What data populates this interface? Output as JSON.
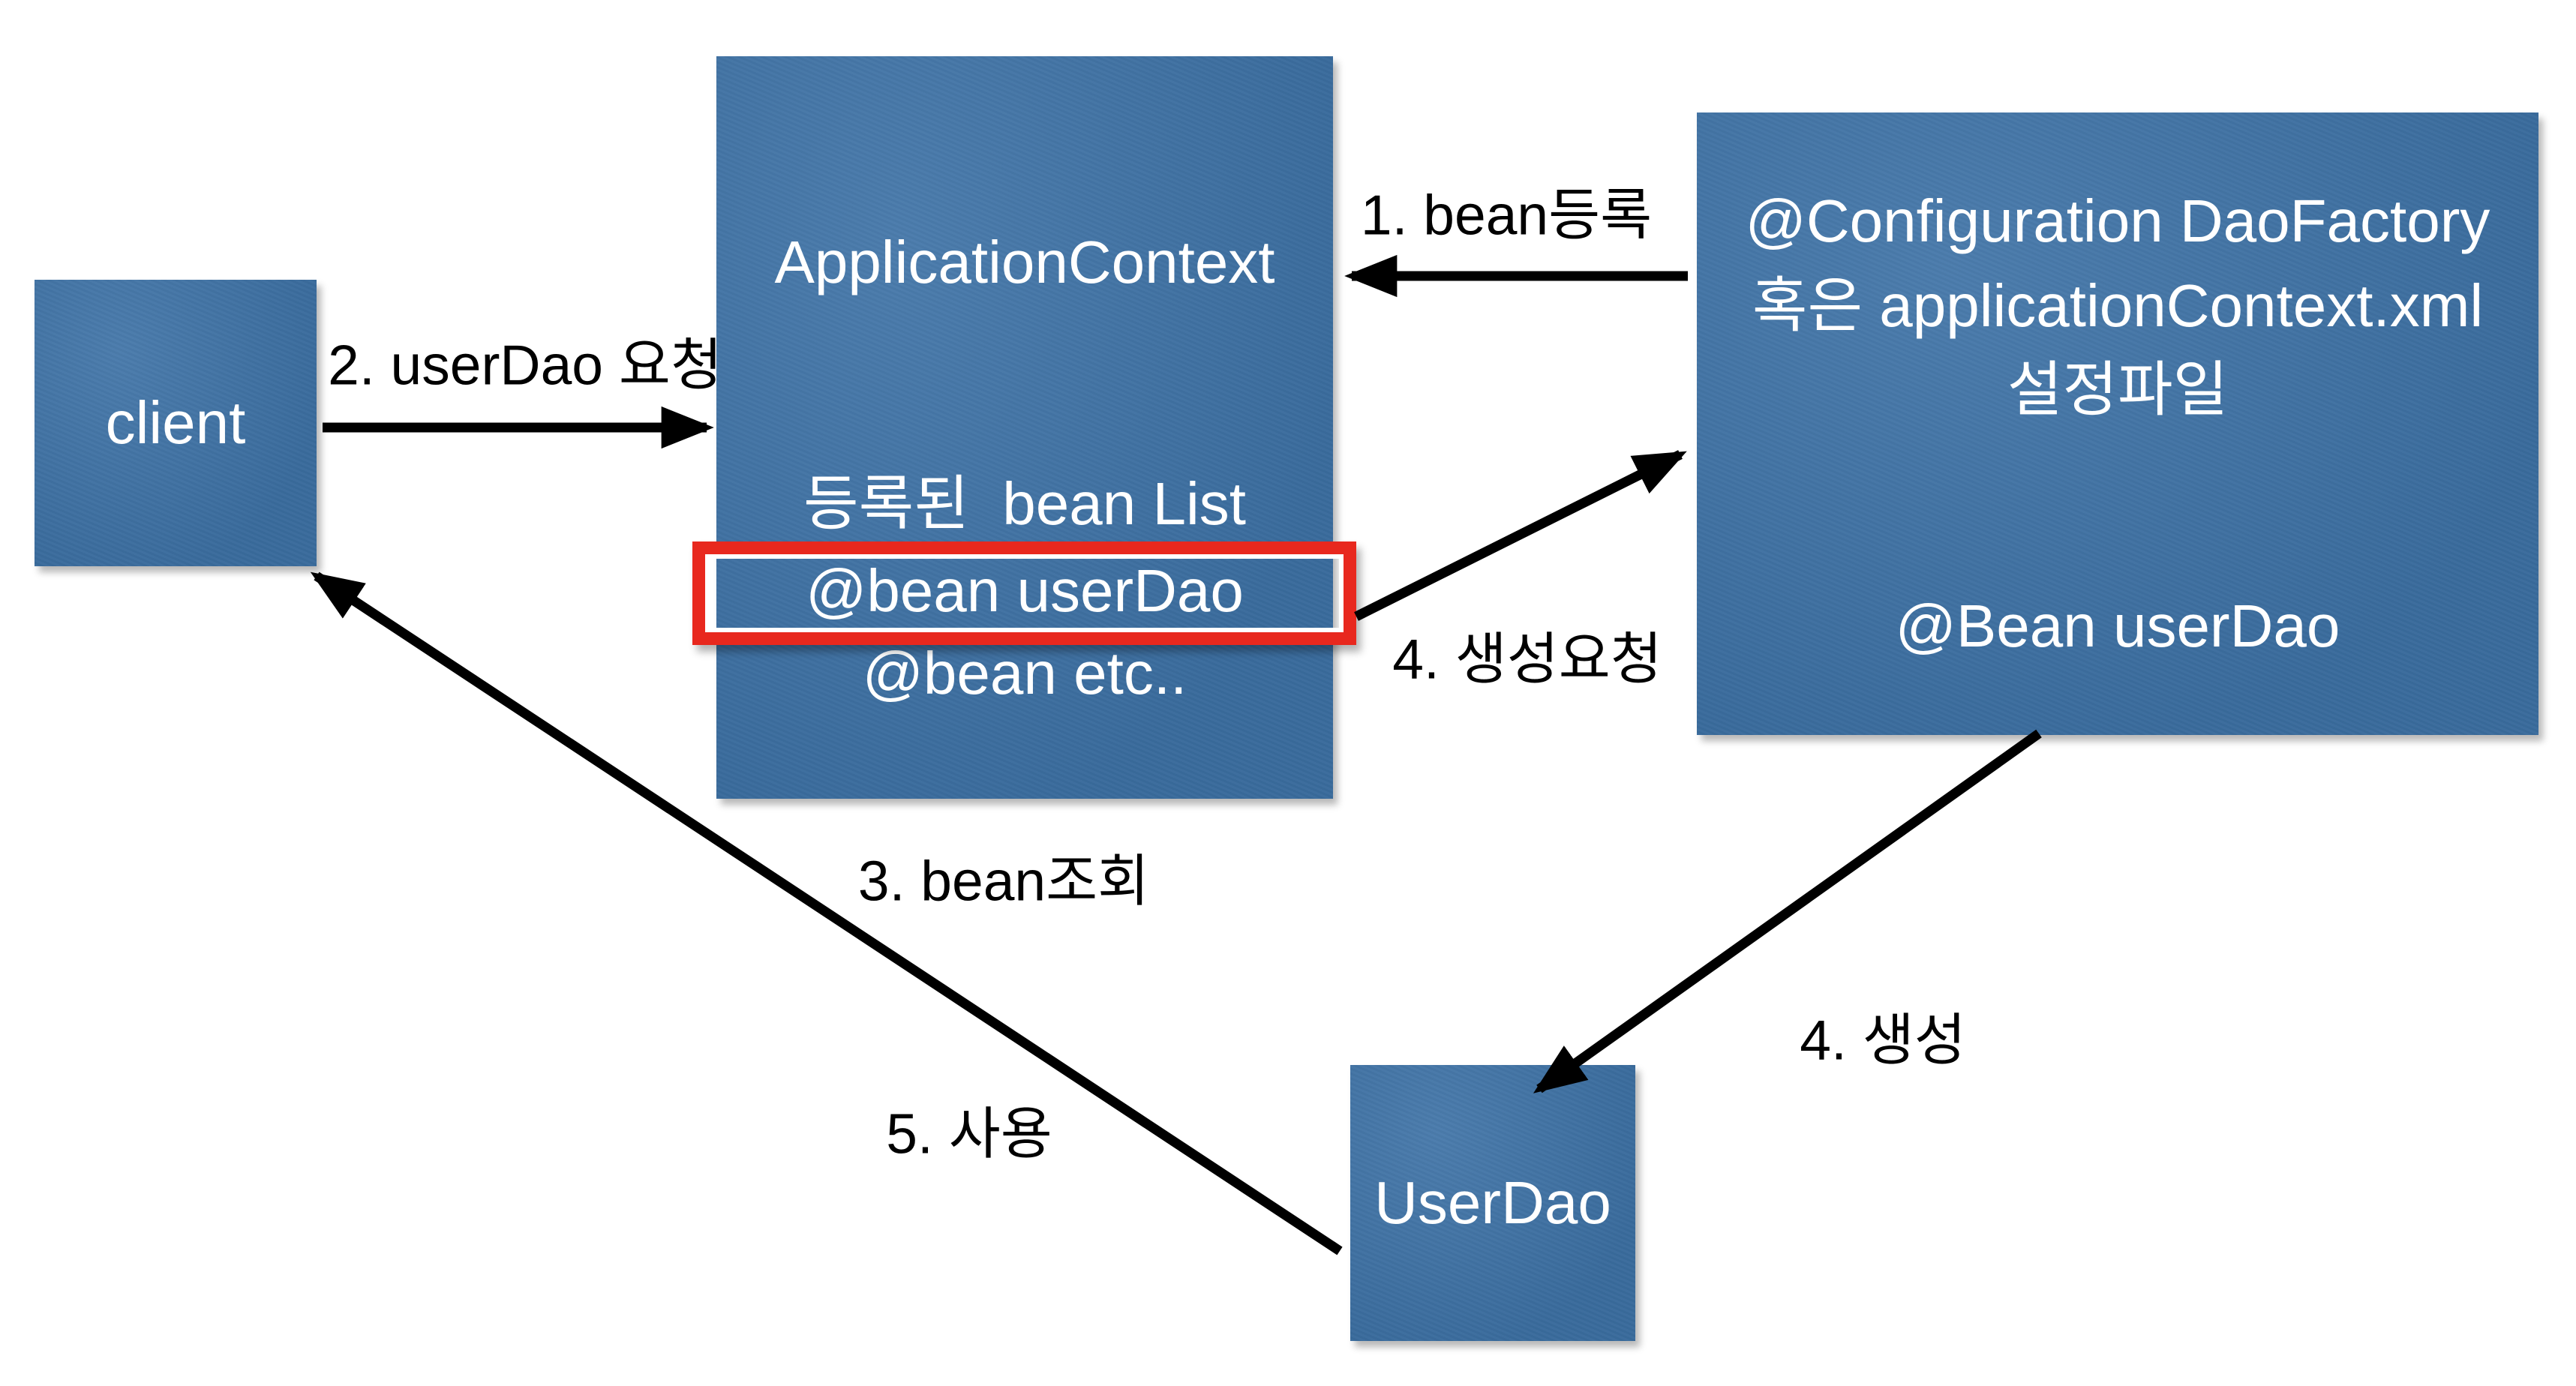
{
  "diagram_title": "Spring ApplicationContext bean registration and lookup flow",
  "colors": {
    "box_blue": "#3D72A6",
    "box_text_white": "#FFFFFF",
    "highlight_red": "#E8281E",
    "arrow_black": "#000000",
    "background": "#FFFFFF"
  },
  "boxes": {
    "client": {
      "label": "client"
    },
    "application_context": {
      "title": "ApplicationContext",
      "list_header": "등록된  bean List",
      "item_user_dao": "@bean userDao",
      "item_etc": "@bean etc.."
    },
    "dao_factory": {
      "line1": "@Configuration DaoFactory",
      "line2": "혹은 applicationContext.xml",
      "line3": "설정파일",
      "bean": "@Bean userDao"
    },
    "user_dao": {
      "label": "UserDao"
    }
  },
  "arrow_labels": {
    "register": "1. bean등록",
    "request_user_dao": "2. userDao 요청",
    "lookup": "3. bean조회",
    "create_request": "4. 생성요청",
    "create": "4. 생성",
    "use": "5. 사용"
  }
}
